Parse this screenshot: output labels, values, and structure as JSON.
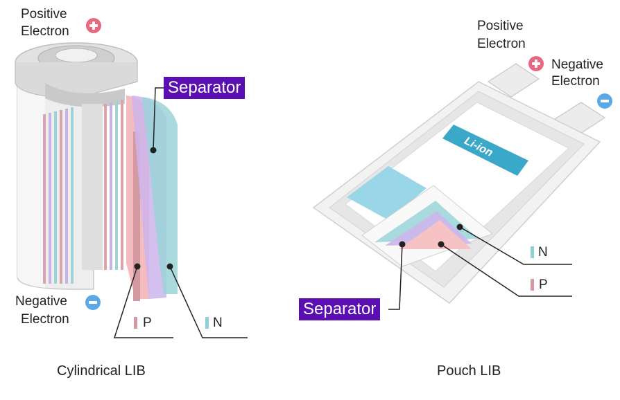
{
  "cylindrical": {
    "positive_label_line1": "Positive",
    "positive_label_line2": "Electron",
    "negative_label_line1": "Negative",
    "negative_label_line2": "Electron",
    "separator_label": "Separator",
    "p_label": "P",
    "n_label": "N",
    "caption": "Cylindrical LIB"
  },
  "pouch": {
    "positive_label_line1": "Positive",
    "positive_label_line2": "Electron",
    "negative_label_line1": "Negative",
    "negative_label_line2": "Electron",
    "brand_label": "Li-ion",
    "separator_label": "Separator",
    "p_label": "P",
    "n_label": "N",
    "caption": "Pouch LIB"
  },
  "colors": {
    "positive": "#e9677f",
    "negative": "#5aa9e6",
    "separator_bg": "#5b0fb3",
    "p_layer": "#f3b5b8",
    "n_layer": "#8fcfd6",
    "separator_layer": "#c7b0e8"
  }
}
